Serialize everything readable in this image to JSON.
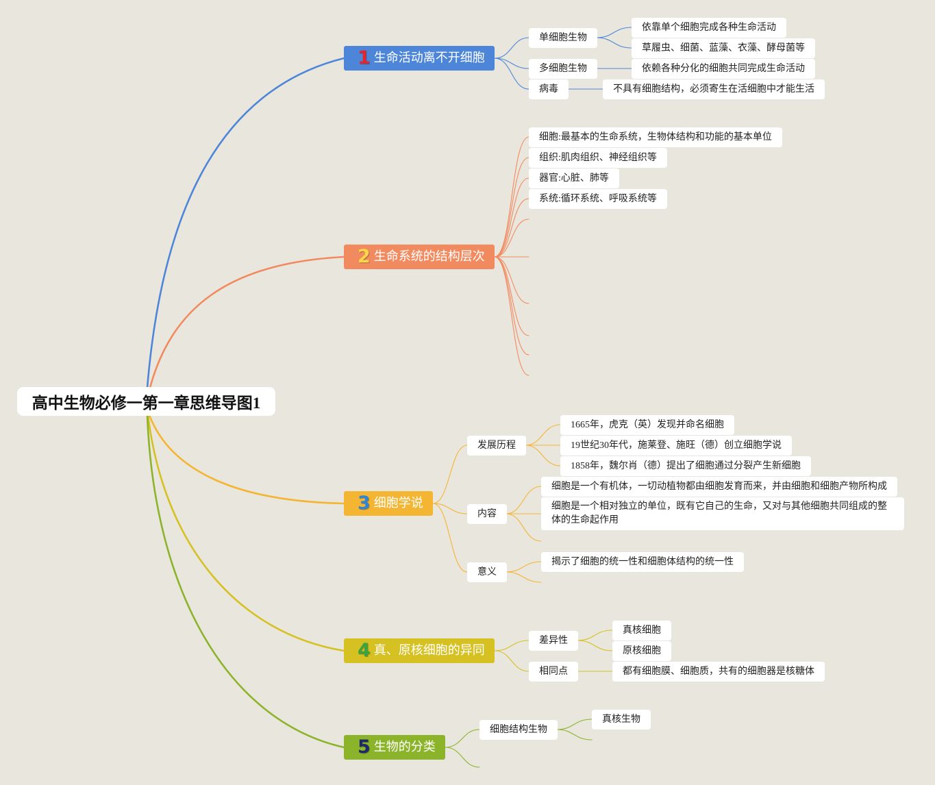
{
  "background": "#e9e6dd",
  "root": {
    "title": "高中生物必修一第一章思维导图1"
  },
  "branches": [
    {
      "number": "1",
      "label": "生命活动离不开细胞",
      "color": "#4d86d8",
      "number_color": "#e3262b",
      "children": [
        {
          "label": "单细胞生物",
          "children": [
            "依靠单个细胞完成各种生命活动",
            "草履虫、细菌、蓝藻、衣藻、酵母菌等"
          ]
        },
        {
          "label": "多细胞生物",
          "children": [
            "依赖各种分化的细胞共同完成生命活动"
          ]
        },
        {
          "label": "病毒",
          "children": [
            "不具有细胞结构，必须寄生在活细胞中才能生活"
          ]
        }
      ]
    },
    {
      "number": "2",
      "label": "生命系统的结构层次",
      "color": "#f28a5f",
      "number_color": "#fad748",
      "children": [
        {
          "label": "细胞:最基本的生命系统，生物体结构和功能的基本单位"
        },
        {
          "label": "组织:肌肉组织、神经组织等"
        },
        {
          "label": "器官:心脏、肺等"
        },
        {
          "label": "系统:循环系统、呼吸系统等"
        }
      ]
    },
    {
      "number": "3",
      "label": "细胞学说",
      "color": "#f4b532",
      "number_color": "#2f86d9",
      "children": [
        {
          "label": "发展历程",
          "children": [
            "1665年，虎克（英）发现并命名细胞",
            "19世纪30年代，施莱登、施旺（德）创立细胞学说",
            "1858年，魏尔肖（德）提出了细胞通过分裂产生新细胞"
          ]
        },
        {
          "label": "内容",
          "children": [
            "细胞是一个有机体，一切动植物都由细胞发育而来，并由细胞和细胞产物所构成",
            "细胞是一个相对独立的单位，既有它自己的生命，又对与其他细胞共同组成的整体的生命起作用"
          ]
        },
        {
          "label": "意义",
          "children": [
            "揭示了细胞的统一性和细胞体结构的统一性"
          ]
        }
      ]
    },
    {
      "number": "4",
      "label": "真、原核细胞的异同",
      "color": "#d5c121",
      "number_color": "#3aa440",
      "children": [
        {
          "label": "差异性",
          "children": [
            "真核细胞",
            "原核细胞"
          ]
        },
        {
          "label": "相同点",
          "children": [
            "都有细胞膜、细胞质，共有的细胞器是核糖体"
          ]
        }
      ]
    },
    {
      "number": "5",
      "label": "生物的分类",
      "color": "#8cb42a",
      "number_color": "#1c2a6b",
      "children": [
        {
          "label": "细胞结构生物",
          "children": [
            "真核生物"
          ]
        }
      ]
    }
  ]
}
